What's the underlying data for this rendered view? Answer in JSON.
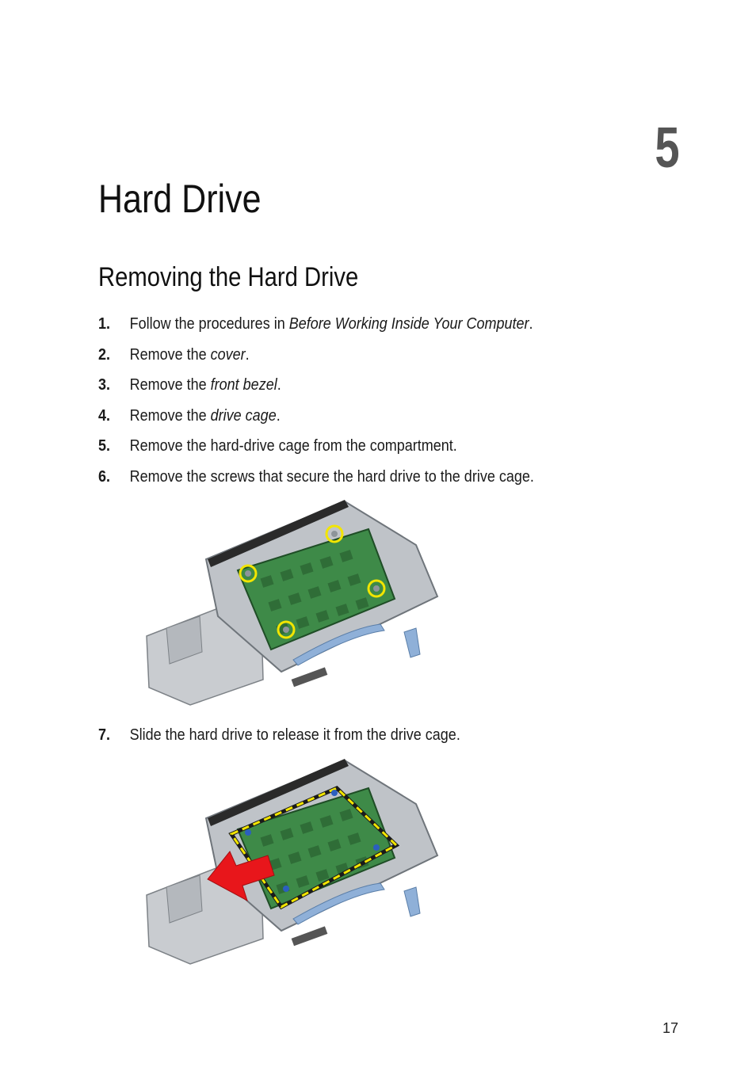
{
  "chapter": {
    "number": "5",
    "title": "Hard Drive"
  },
  "section": {
    "title": "Removing the Hard Drive"
  },
  "steps": [
    {
      "num": "1.",
      "before": "Follow the procedures in ",
      "link": "Before Working Inside Your Computer",
      "after": "."
    },
    {
      "num": "2.",
      "before": "Remove the ",
      "link": "cover",
      "after": "."
    },
    {
      "num": "3.",
      "before": "Remove the ",
      "link": "front bezel",
      "after": "."
    },
    {
      "num": "4.",
      "before": "Remove the ",
      "link": "drive cage",
      "after": "."
    },
    {
      "num": "5.",
      "text": "Remove the hard-drive cage from the compartment."
    },
    {
      "num": "6.",
      "text": "Remove the screws that secure the hard drive to the drive cage."
    },
    {
      "num": "7.",
      "text": "Slide the hard drive to release it from the drive cage."
    }
  ],
  "colors": {
    "highlight": "#f2e500",
    "arrow": "#e8161b",
    "tab": "#8fb0d8",
    "metal": "#c9ccd0"
  },
  "page_number": "17"
}
